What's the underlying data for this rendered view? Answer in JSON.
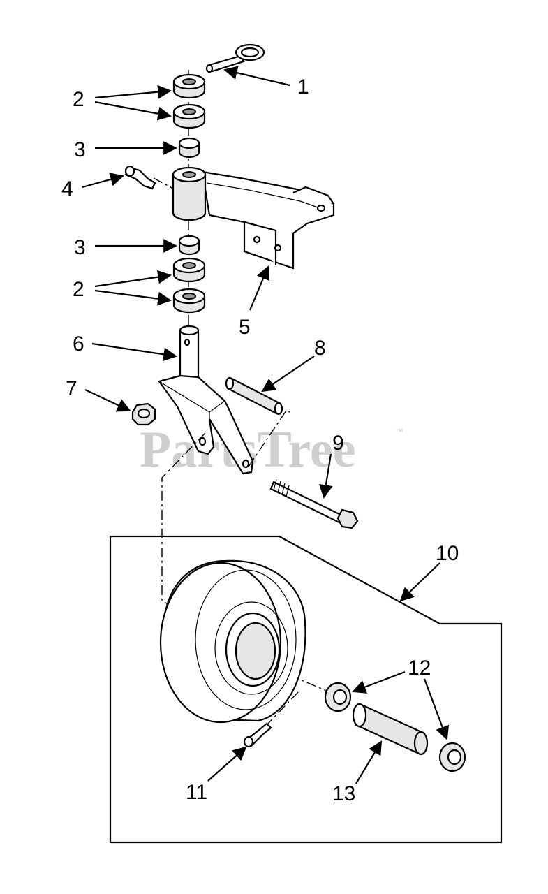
{
  "callouts": {
    "c1": "1",
    "c2a": "2",
    "c3a": "3",
    "c4": "4",
    "c3b": "3",
    "c2b": "2",
    "c5": "5",
    "c6": "6",
    "c7": "7",
    "c8": "8",
    "c9": "9",
    "c10": "10",
    "c11": "11",
    "c12": "12",
    "c13": "13"
  },
  "watermark": {
    "text": "PartsTree",
    "trademark": "™"
  }
}
